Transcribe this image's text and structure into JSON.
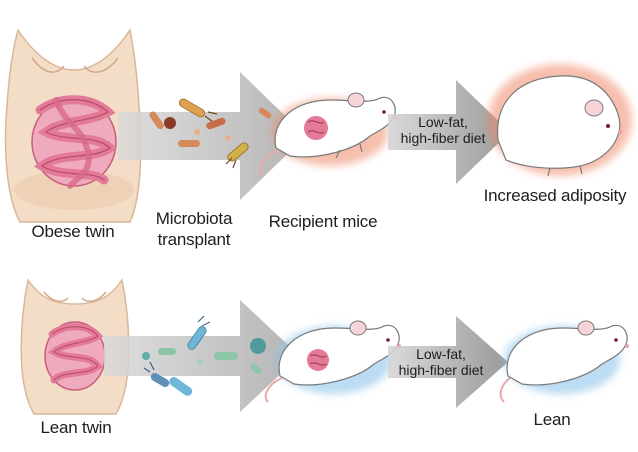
{
  "labels": {
    "obese_twin": "Obese twin",
    "microbiota_transplant_line1": "Microbiota",
    "microbiota_transplant_line2": "transplant",
    "recipient_mice": "Recipient mice",
    "increased_adiposity": "Increased adiposity",
    "lean_twin": "Lean twin",
    "lean": "Lean"
  },
  "diet": {
    "top_line1": "Low-fat,",
    "top_line2": "high-fiber diet",
    "bottom_line1": "Low-fat,",
    "bottom_line2": "high-fiber diet"
  },
  "colors": {
    "skin": "#f3ddc6",
    "skin_outline": "#d9b89a",
    "intestine": "#e58aa3",
    "intestine_dark": "#b84a68",
    "arrow": "#9a9a9a",
    "obese_glow": "#f08a6a",
    "lean_glow": "#8ec5ea",
    "obese_bacteria": [
      "#c76d4a",
      "#8b3b2a",
      "#e0a070",
      "#d2b048"
    ],
    "lean_bacteria": [
      "#6fb7d8",
      "#4f9a9a",
      "#8bc6a6",
      "#5e8fb8"
    ]
  },
  "icons": [
    "obese-torso-icon",
    "lean-torso-icon",
    "bacteria-icon",
    "mouse-icon",
    "fat-mouse-icon",
    "arrow-icon"
  ]
}
